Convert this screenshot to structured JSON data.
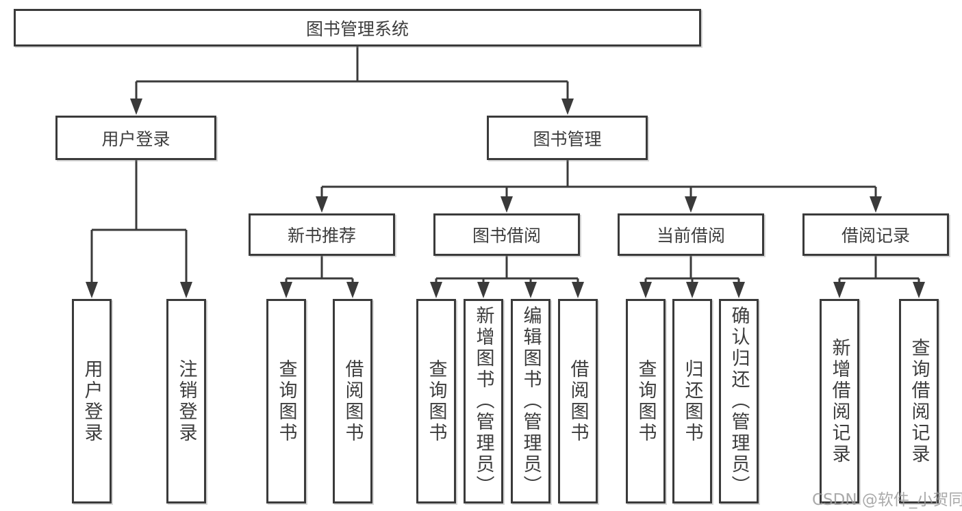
{
  "diagram": {
    "root": "图书管理系统",
    "level2": [
      {
        "label": "用户登录",
        "leaves": [
          "用户登录",
          "注销登录"
        ]
      },
      {
        "label": "图书管理",
        "sections": [
          {
            "label": "新书推荐",
            "leaves": [
              "查询图书",
              "借阅图书"
            ]
          },
          {
            "label": "图书借阅",
            "leaves": [
              "查询图书",
              "新增图书（管理员）",
              "编辑图书（管理员）",
              "借阅图书"
            ]
          },
          {
            "label": "当前借阅",
            "leaves": [
              "查询图书",
              "归还图书",
              "确认归还（管理员）"
            ]
          },
          {
            "label": "借阅记录",
            "leaves": [
              "新增借阅记录",
              "查询借阅记录"
            ]
          }
        ]
      }
    ]
  },
  "colors": {
    "line": "#3a3a3a",
    "text": "#3d3d3d",
    "watermark": "#9b9b9b"
  },
  "watermark": "CSDN @软件_小贺同学"
}
